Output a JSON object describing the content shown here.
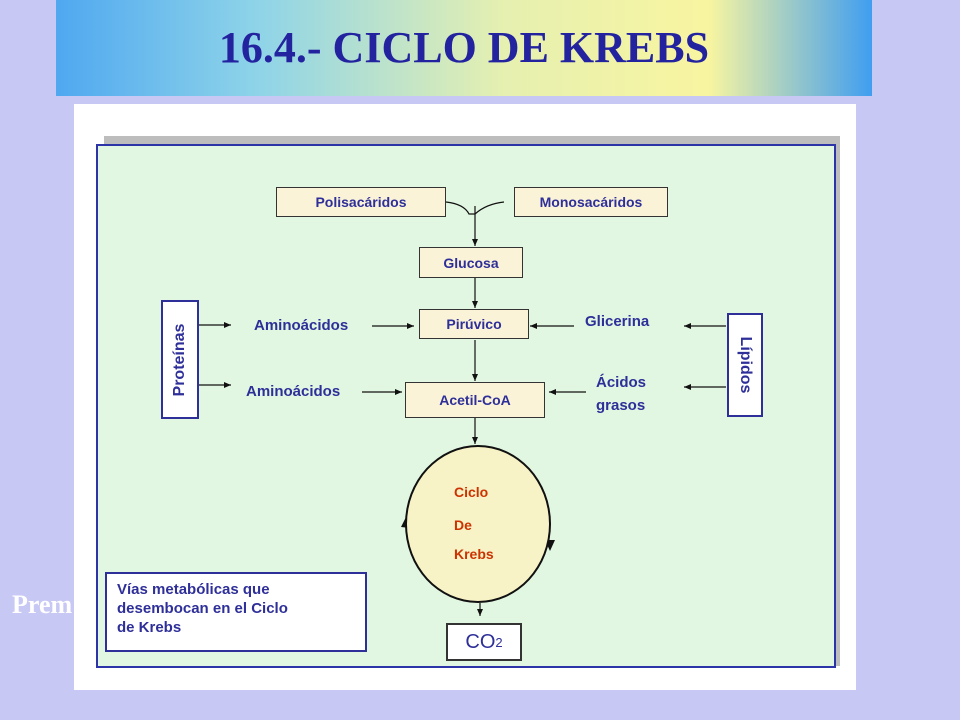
{
  "title": "16.4.- CICLO DE KREBS",
  "background_text": "Prem",
  "diagram": {
    "polisacaridos": "Polisacáridos",
    "monosacaridos": "Monosacáridos",
    "glucosa": "Glucosa",
    "piruvico": "Pirúvico",
    "acetil_coa": "Acetil-CoA",
    "aminoacidos_1": "Aminoácidos",
    "aminoacidos_2": "Aminoácidos",
    "glicerina": "Glicerina",
    "acidos_grasos_line1": "Ácidos",
    "acidos_grasos_line2": "grasos",
    "proteinas": "Proteínas",
    "lipidos": "Lípidos",
    "cycle": {
      "line1": "Ciclo",
      "line2": "De",
      "line3": "Krebs"
    },
    "note": {
      "line1": "Vías metabólicas que",
      "line2": "desembocan en el Ciclo",
      "line3": "de Krebs"
    },
    "co2": {
      "main": "CO",
      "subscript": "2"
    }
  },
  "colors": {
    "background": "#c8c8f5",
    "title_text": "#2323a0",
    "diagram_background": "#e2f7e2",
    "box_fill": "#fbf3d8",
    "label_text": "#2e2f99",
    "cycle_text": "#cc3300",
    "cycle_fill": "#f8f3c7"
  }
}
